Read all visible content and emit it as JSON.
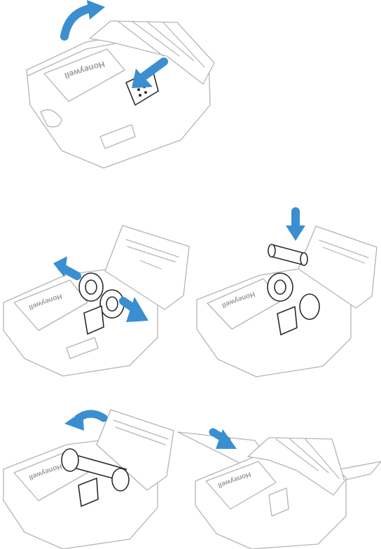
{
  "brand": {
    "logo_text": "Honeywell"
  },
  "colors": {
    "arrow": "#3a8fd0",
    "outline": "#b4b4b4",
    "highlight": "#2a2a2a"
  },
  "steps": [
    {
      "id": "open-cover",
      "arrows": [
        "curved-arrow-up-right",
        "arrow-press-latch"
      ]
    },
    {
      "id": "spread-roll-holders",
      "arrows": [
        "arrow-up-left",
        "arrow-down-right"
      ]
    },
    {
      "id": "insert-paper-roll",
      "arrows": [
        "arrow-down"
      ]
    },
    {
      "id": "close-cover",
      "arrows": [
        "curved-arrow-left"
      ]
    },
    {
      "id": "feed-paper",
      "arrows": [
        "arrow-down-right"
      ]
    }
  ]
}
